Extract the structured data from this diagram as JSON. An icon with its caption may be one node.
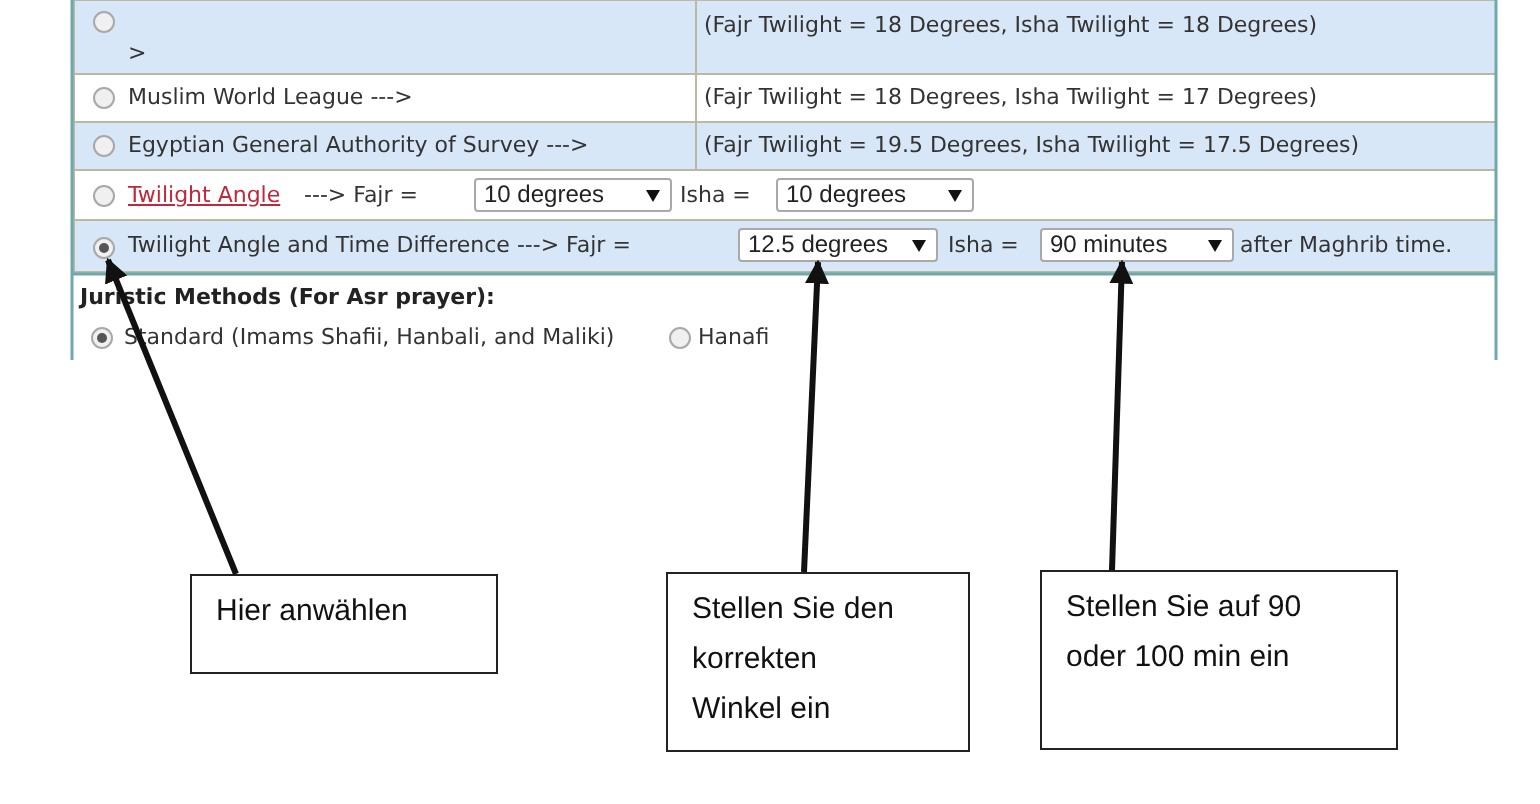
{
  "diagram": {
    "nodes": [
      {
        "text": [
          "10 degrees"
        ]
      },
      {
        "text": [
          "10 degrees"
        ]
      },
      {
        "text": [],
        "shape": "circle"
      },
      {
        "text": [
          "12.5 degrees"
        ]
      },
      {
        "text": [
          "90 minutes"
        ]
      },
      {
        "text": [
          "Hier anwählen"
        ]
      },
      {
        "text": [
          "Stellen Sie den korrekten Winkel ein"
        ]
      },
      {
        "text": [
          "Stellen Sie auf 90 oder 100 min ein"
        ]
      }
    ],
    "edges": [
      {
        "from": 5,
        "to": 2,
        "arrow": "to"
      },
      {
        "from": 6,
        "to": 3,
        "arrow": "to"
      },
      {
        "from": 7,
        "to": 4,
        "arrow": "to"
      }
    ],
    "labels": [
      ">",
      "(Fajr Twilight = 18 Degrees, Isha Twilight = 18 Degrees)",
      "Muslim World League --->",
      "(Fajr Twilight = 18 Degrees, Isha Twilight = 17 Degrees)",
      "Egyptian General Authority of Survey --->",
      "(Fajr Twilight = 19.5 Degrees, Isha Twilight = 17.5 Degrees)",
      "Twilight Angle",
      "---> Fajr =",
      "Isha =",
      "Twilight Angle and Time Difference ---> Fajr =",
      "Isha =",
      "after Maghrib time.",
      "Juristic Methods (For Asr prayer):",
      "Standard (Imams Shafii, Hanbali, and Maliki)",
      "Hanafi"
    ]
  }
}
